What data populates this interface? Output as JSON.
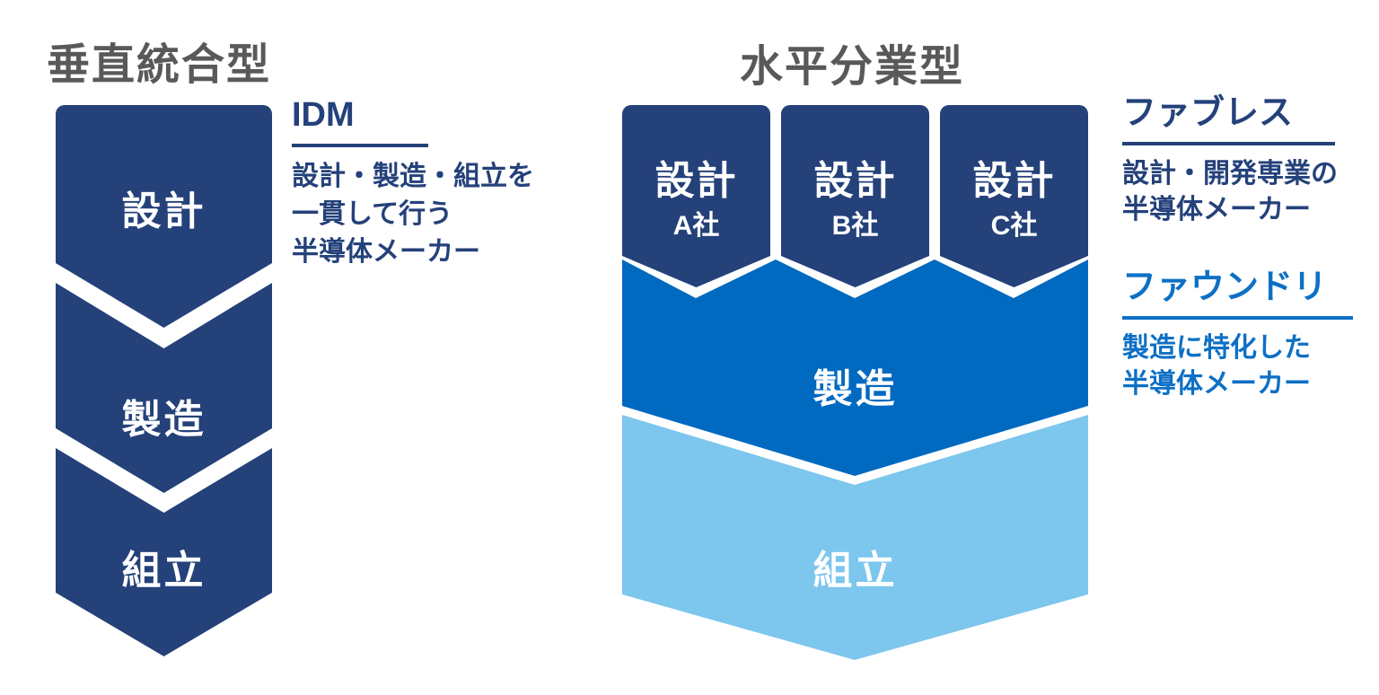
{
  "colors": {
    "navy": "#24417a",
    "blue": "#0069c0",
    "light_blue": "#7dc6ee",
    "title_gray": "#595959",
    "foundry_text_blue": "#0d70c5",
    "white": "#ffffff"
  },
  "left_panel": {
    "title": "垂直統合型",
    "stack": [
      {
        "label": "設計"
      },
      {
        "label": "製造"
      },
      {
        "label": "組立"
      }
    ],
    "annotation": {
      "heading": "IDM",
      "lines": [
        "設計・製造・組立を",
        "一貫して行う",
        "半導体メーカー"
      ]
    }
  },
  "right_panel": {
    "title": "水平分業型",
    "design_chevrons": [
      {
        "label": "設計",
        "company": "A社"
      },
      {
        "label": "設計",
        "company": "B社"
      },
      {
        "label": "設計",
        "company": "C社"
      }
    ],
    "manufacturing": {
      "label": "製造"
    },
    "assembly": {
      "label": "組立"
    },
    "annotations": {
      "fabless": {
        "heading": "ファブレス",
        "lines": [
          "設計・開発専業の",
          "半導体メーカー"
        ]
      },
      "foundry": {
        "heading": "ファウンドリ",
        "lines": [
          "製造に特化した",
          "半導体メーカー"
        ]
      }
    }
  }
}
